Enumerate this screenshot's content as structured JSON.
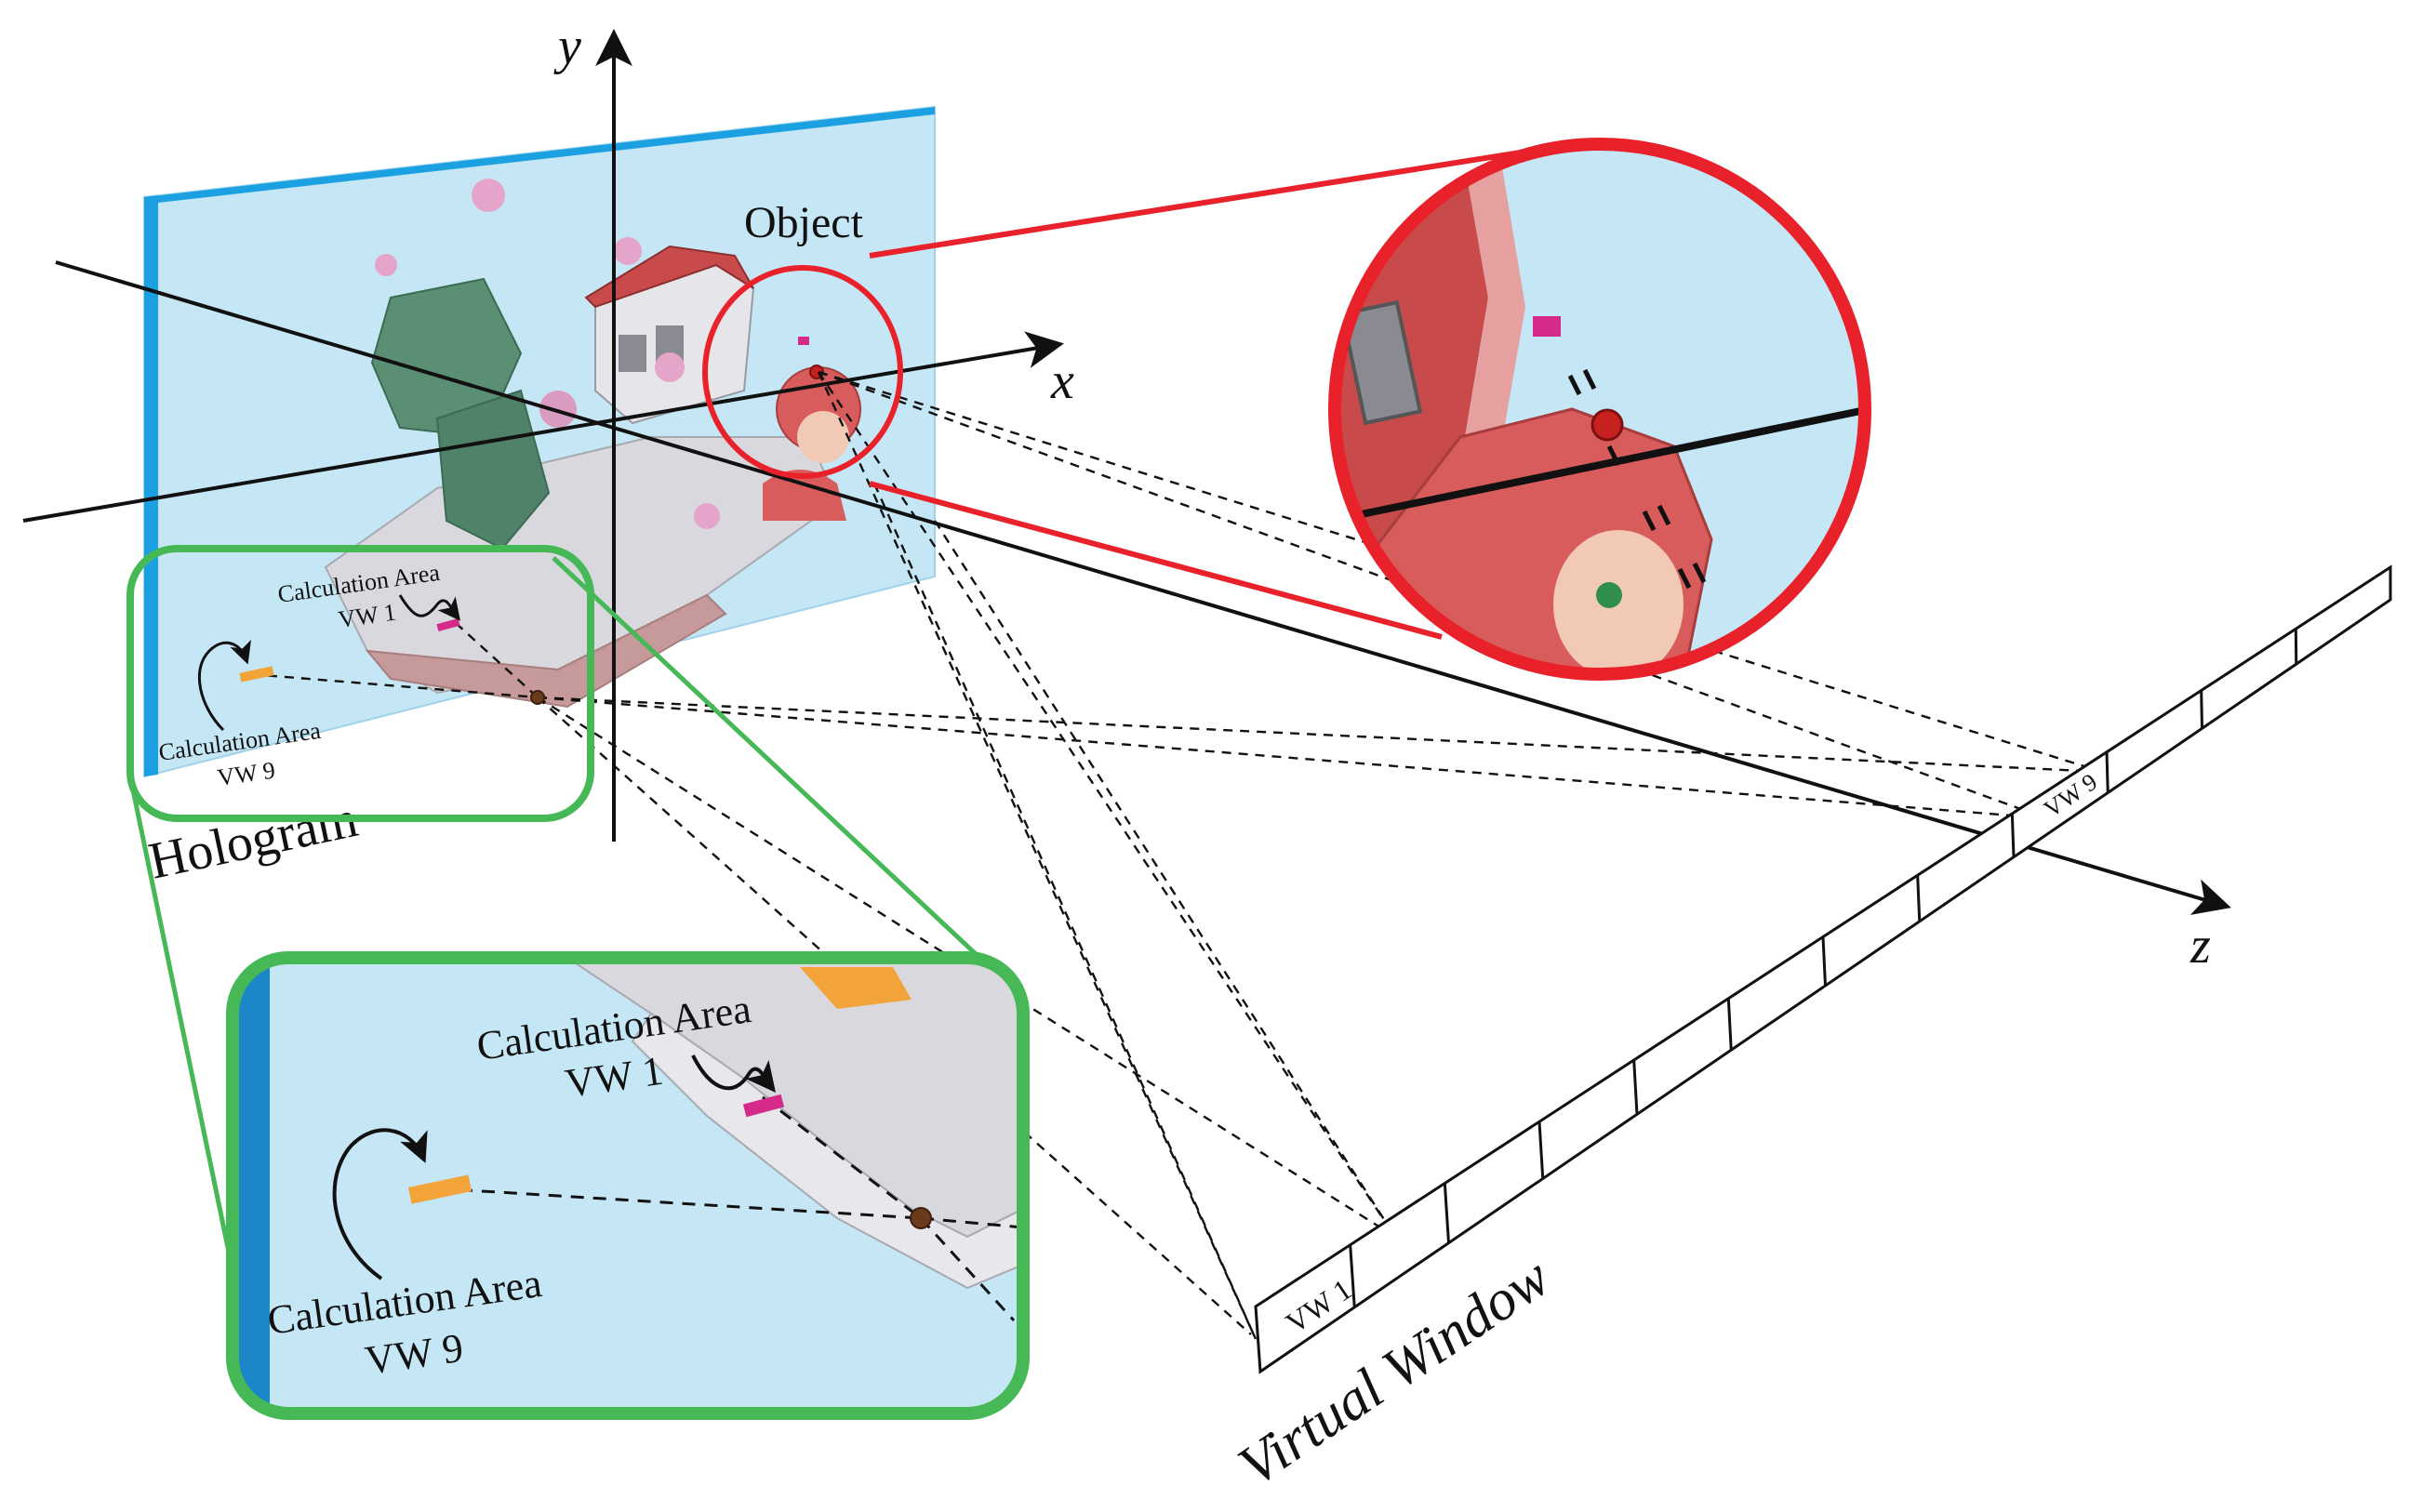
{
  "axes": {
    "x": "x",
    "y": "y",
    "z": "z"
  },
  "labels": {
    "object": "Object",
    "hologram": "Hologram",
    "virtual_window": "Virtual Window",
    "calc_area_vw1_line1": "Calculation Area",
    "calc_area_vw1_line2": "VW 1",
    "calc_area_vw9_line1": "Calculation Area",
    "calc_area_vw9_line2": "VW 9",
    "vw1": "VW 1",
    "vw9": "VW 9"
  },
  "colors": {
    "hologram_plane": "#c5e7f5",
    "hologram_edge": "#1ba1e2",
    "zoom_red": "#e8212a",
    "zoom_green": "#46b856",
    "marker_magenta": "#d62a8a",
    "marker_orange": "#f2a33a",
    "object_red": "#d85c5c"
  },
  "icons": [
    "rotation-arrow-icon",
    "wave-arrow-icon"
  ]
}
